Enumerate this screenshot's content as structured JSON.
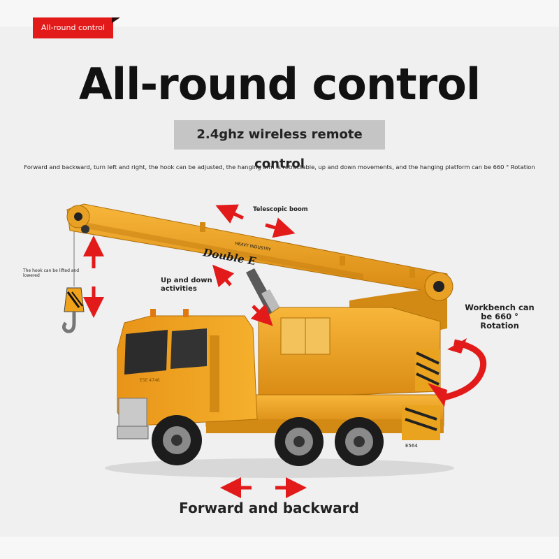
{
  "banner": {
    "tag": "All-round control"
  },
  "headline": "All-round control",
  "subtitle": "2.4ghz wireless remote control",
  "description": "Forward and backward, turn left and right, the hook can be adjusted, the hanging arm is retractable, up and down movements, and the hanging platform can be 660 ° Rotation",
  "callouts": {
    "boom": "Telescopic boom",
    "hook": "The hook can be lifted and lowered",
    "updown": "Up and down activities",
    "workbench": "Workbench can be 660 ° Rotation",
    "forward": "Forward and backward"
  },
  "product": {
    "brand": "Double E",
    "maker": "HEAVY INDUSTRY",
    "door_code": "E5E 4746",
    "rear_code": "E564"
  },
  "colors": {
    "accent_red": "#e21a1a",
    "body_yellow": "#f0a21a",
    "badge_gray": "#c5c5c5"
  }
}
